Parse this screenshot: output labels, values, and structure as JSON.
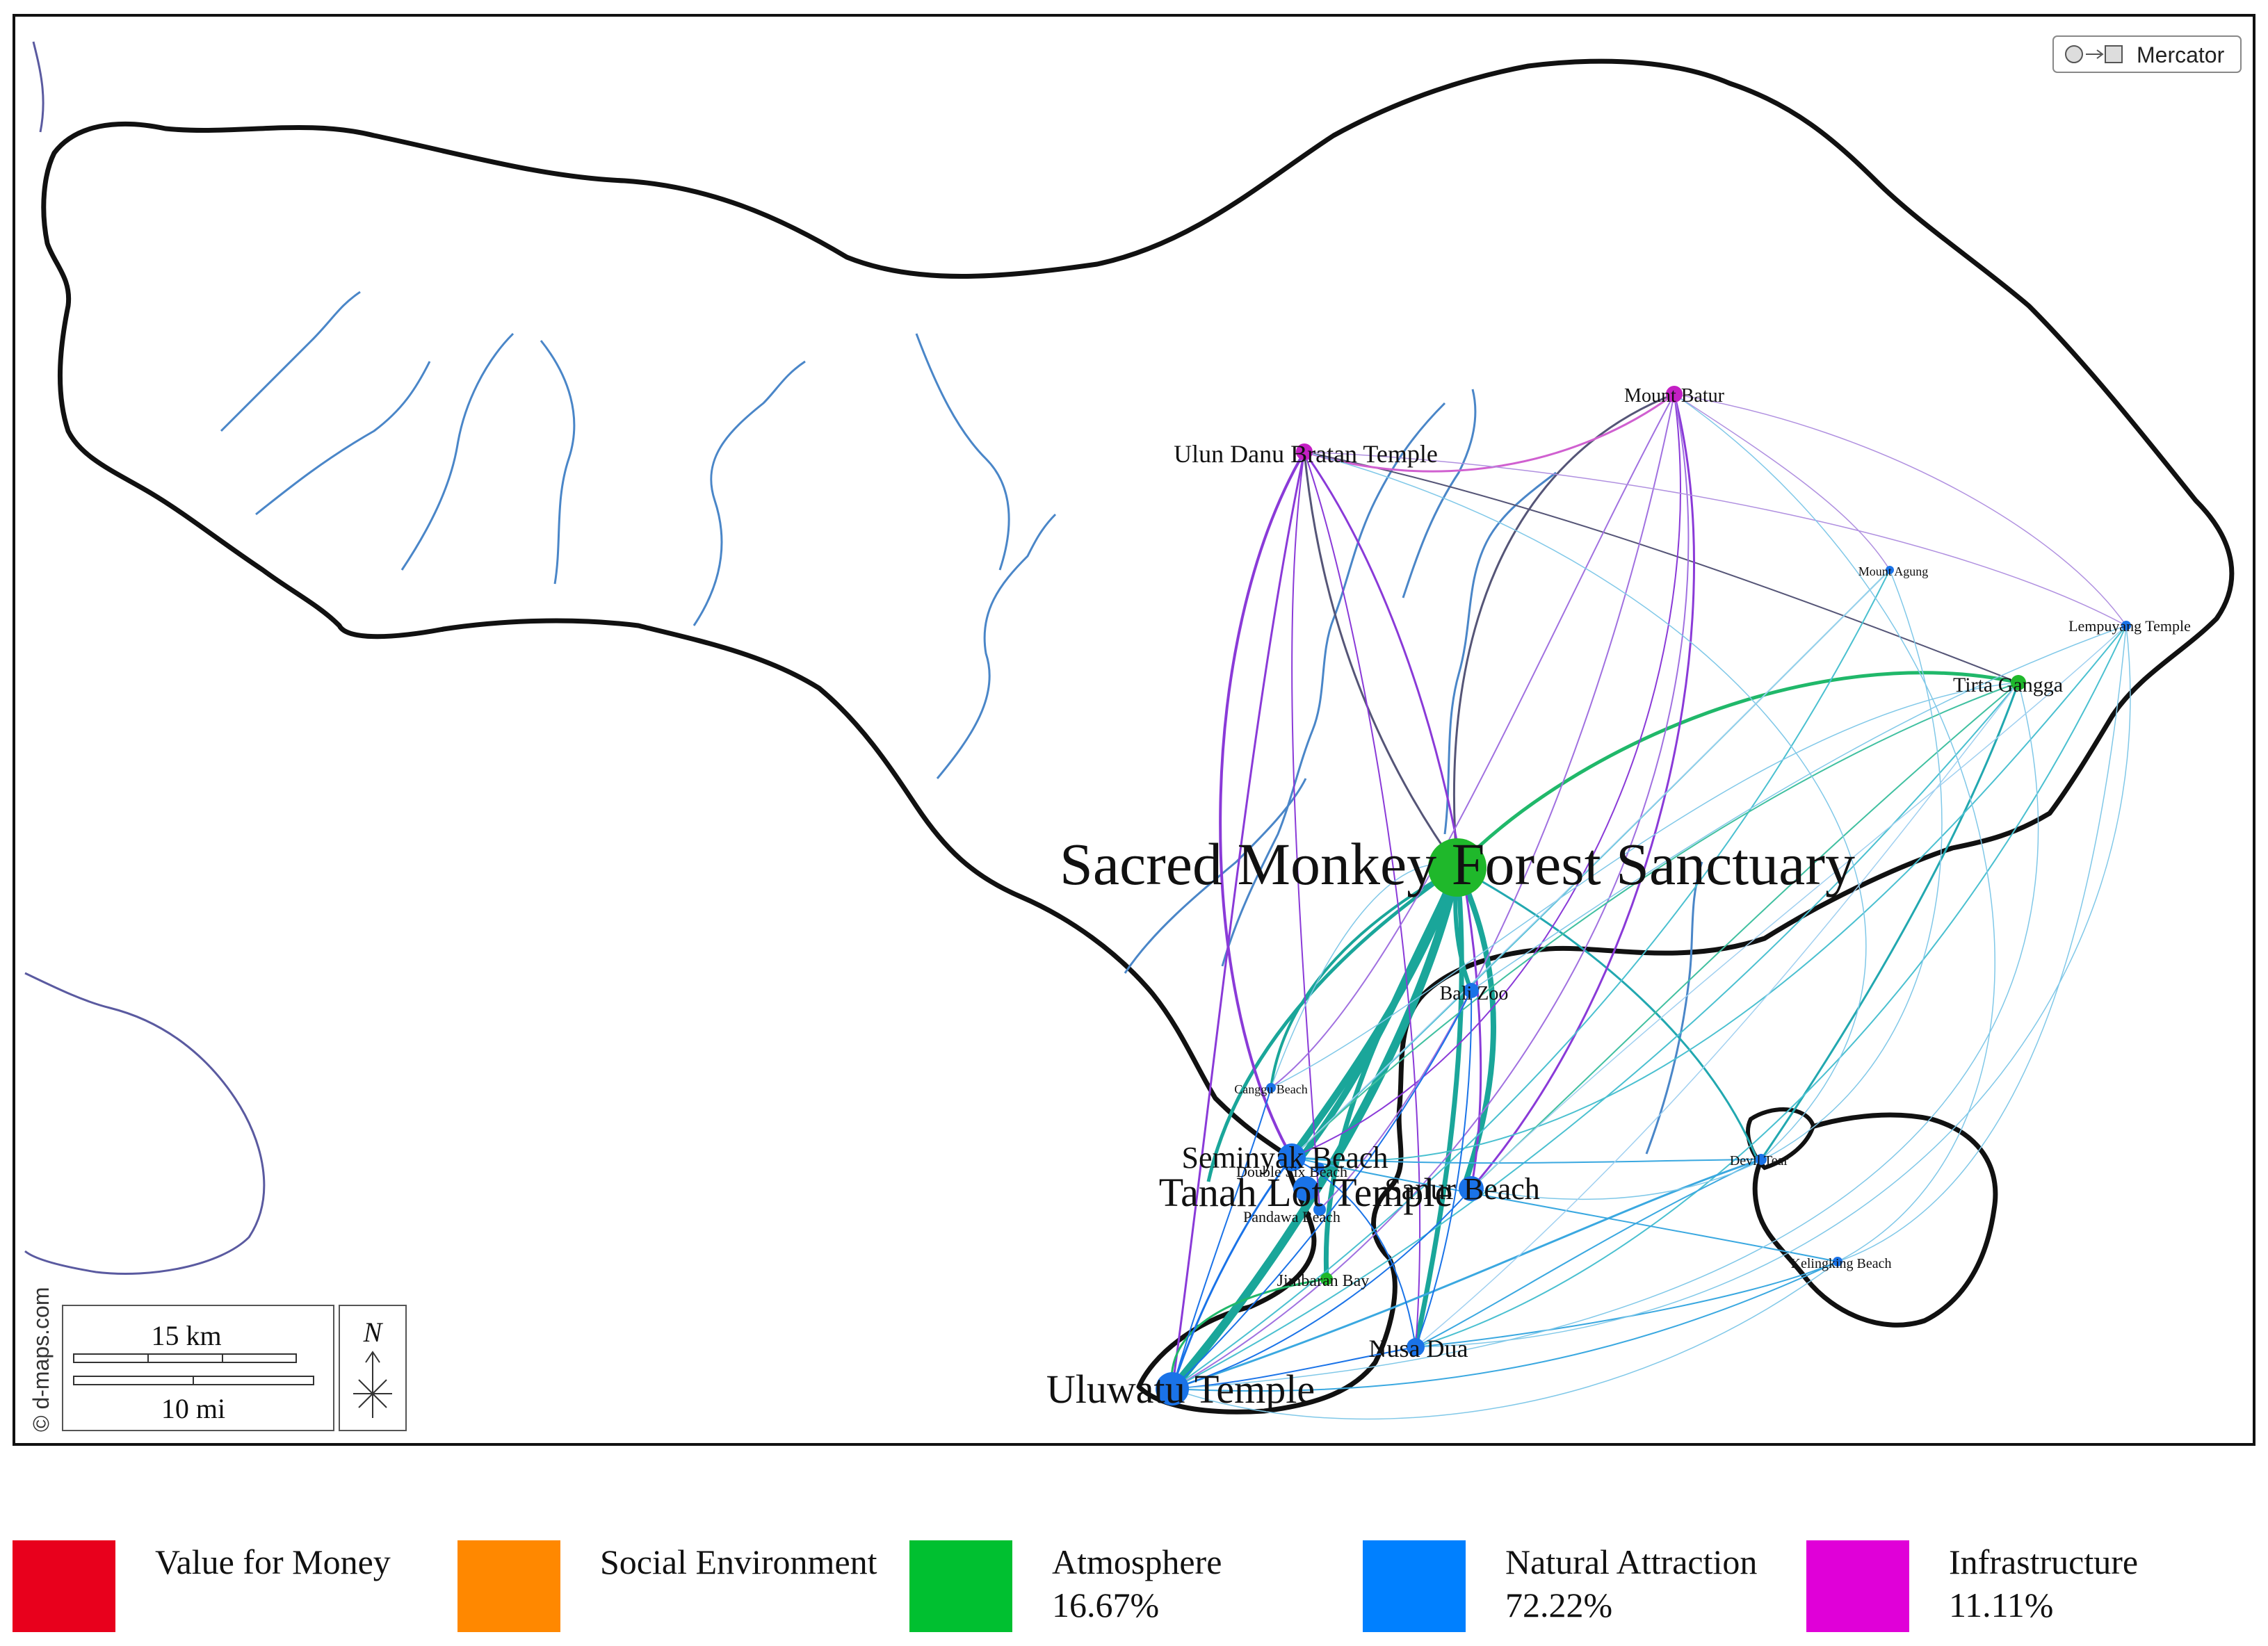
{
  "map": {
    "projection_badge": {
      "icon": "circle-to-square-icon",
      "label": "Mercator"
    },
    "credit": "© d-maps.com",
    "scale_bar": {
      "km_label": "15 km",
      "mi_label": "10 mi"
    },
    "north_arrow": {
      "label": "N",
      "icon": "north-arrow-icon"
    },
    "colors": {
      "coastline": "#111111",
      "river": "#4a86c8",
      "atmosphere": "#1fb82b",
      "natural_attraction": "#1a73e8",
      "infrastructure": "#c41fc4"
    },
    "places": [
      {
        "id": "monkey-forest",
        "name": "Sacred Monkey Forest Sanctuary",
        "category": "Atmosphere"
      },
      {
        "id": "uluwatu",
        "name": "Uluwatu Temple",
        "category": "Natural Attraction"
      },
      {
        "id": "tanah-lot",
        "name": "Tanah Lot Temple",
        "category": "Natural Attraction"
      },
      {
        "id": "seminyak",
        "name": "Seminyak Beach",
        "category": "Natural Attraction"
      },
      {
        "id": "sanur",
        "name": "Sanur Beach",
        "category": "Natural Attraction"
      },
      {
        "id": "nusa-dua",
        "name": "Nusa Dua",
        "category": "Natural Attraction"
      },
      {
        "id": "bali-zoo",
        "name": "Bali Zoo",
        "category": "Natural Attraction"
      },
      {
        "id": "ulun-danu",
        "name": "Ulun Danu Bratan Temple",
        "category": "Infrastructure"
      },
      {
        "id": "mount-batur",
        "name": "Mount Batur",
        "category": "Infrastructure"
      },
      {
        "id": "tirta-gangga",
        "name": "Tirta Gangga",
        "category": "Atmosphere"
      },
      {
        "id": "lempuyang",
        "name": "Lempuyang Temple",
        "category": "Natural Attraction"
      },
      {
        "id": "mount-agung",
        "name": "Mount Agung",
        "category": "Natural Attraction"
      },
      {
        "id": "canggu",
        "name": "Canggu Beach",
        "category": "Natural Attraction"
      },
      {
        "id": "double-six",
        "name": "Double Six Beach",
        "category": "Natural Attraction"
      },
      {
        "id": "pandawa",
        "name": "Pandawa Beach",
        "category": "Natural Attraction"
      },
      {
        "id": "jimbaran",
        "name": "Jimbaran Bay",
        "category": "Atmosphere"
      },
      {
        "id": "devils-tear",
        "name": "Devil Tear",
        "category": "Natural Attraction"
      },
      {
        "id": "kelingking",
        "name": "Kelingking Beach",
        "category": "Natural Attraction"
      }
    ]
  },
  "legend": [
    {
      "label": "Value for Money",
      "value": "",
      "color": "#e8001c"
    },
    {
      "label": "Social Environment",
      "value": "",
      "color": "#ff8800"
    },
    {
      "label": "Atmosphere",
      "value": "16.67%",
      "color": "#00c030"
    },
    {
      "label": "Natural Attraction",
      "value": "72.22%",
      "color": "#0080ff"
    },
    {
      "label": "Infrastructure",
      "value": "11.11%",
      "color": "#e000d8"
    }
  ]
}
